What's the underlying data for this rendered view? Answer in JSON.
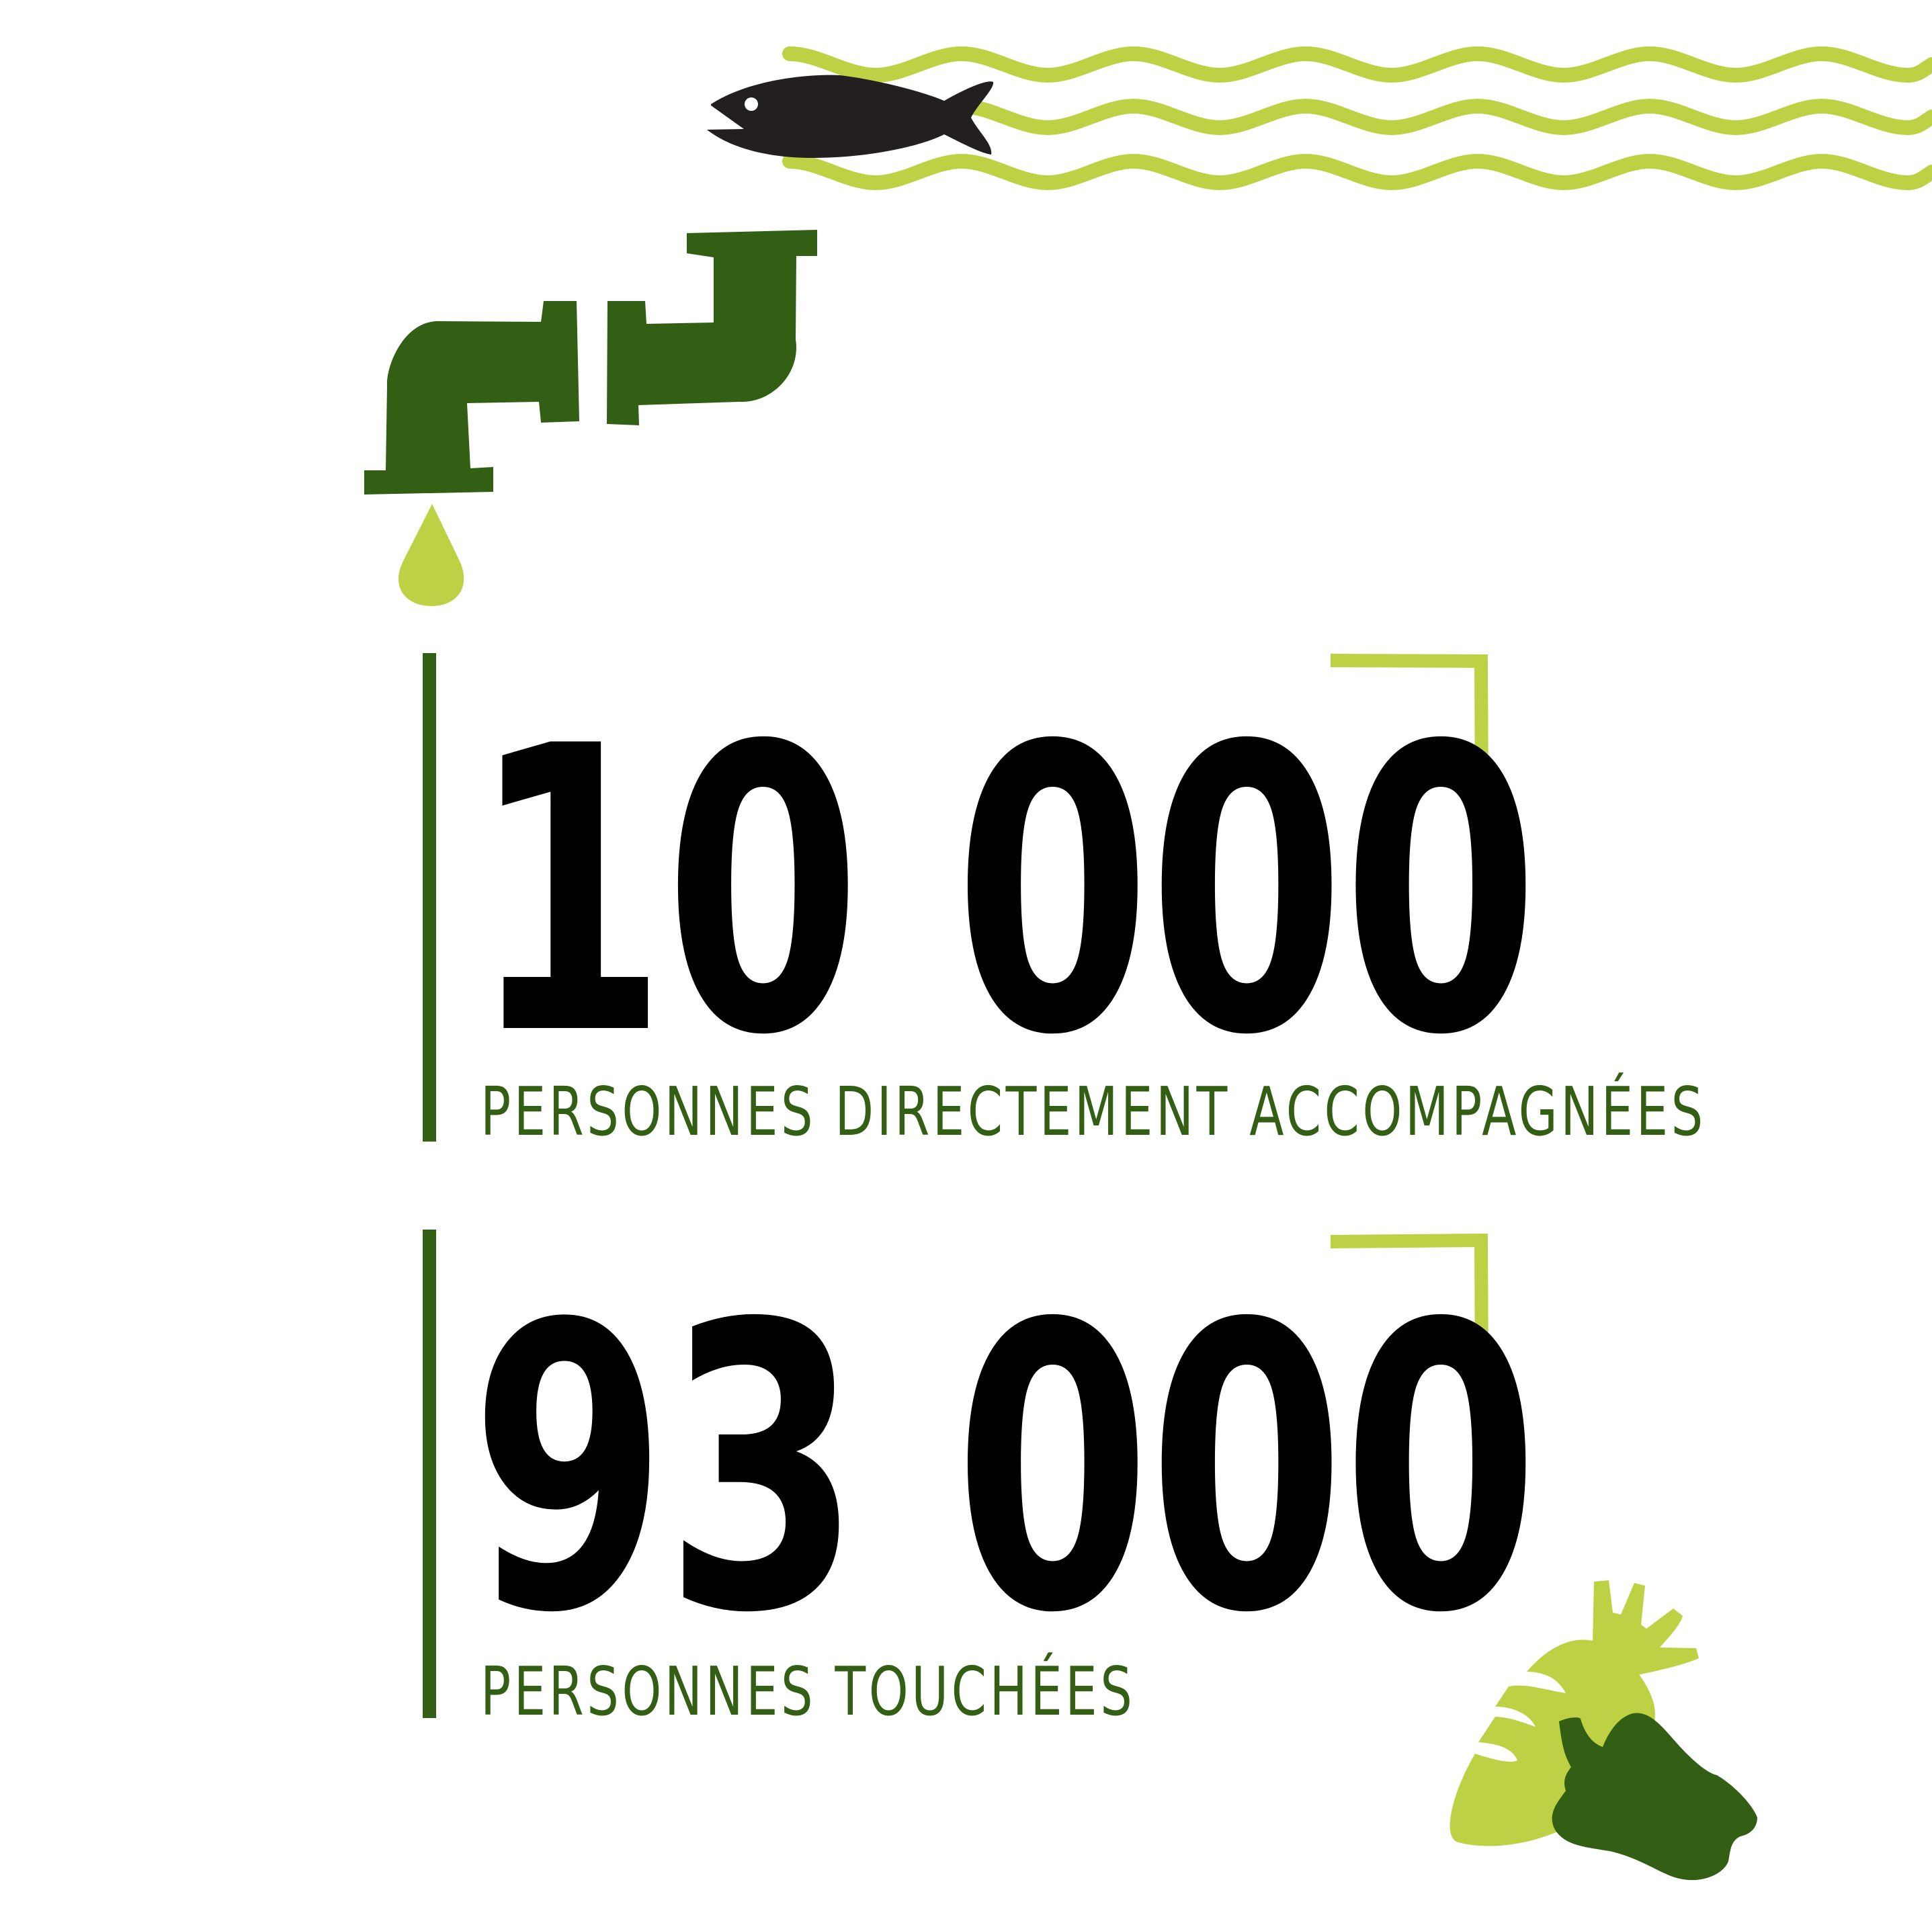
{
  "colors": {
    "dark_green": "#335f14",
    "light_green": "#bed144",
    "fish": "#231f20",
    "text": "#000000"
  },
  "stats": [
    {
      "value": "10 000",
      "label": "PERSONNES DIRECTEMENT ACCOMPAGNÉES"
    },
    {
      "value": "93 000",
      "label": "PERSONNES TOUCHÉES"
    }
  ],
  "icons": [
    "wave-icon",
    "fish-icon",
    "broken-pipe-icon",
    "water-drop-icon",
    "corner-bracket-icon",
    "vegetables-icon"
  ]
}
